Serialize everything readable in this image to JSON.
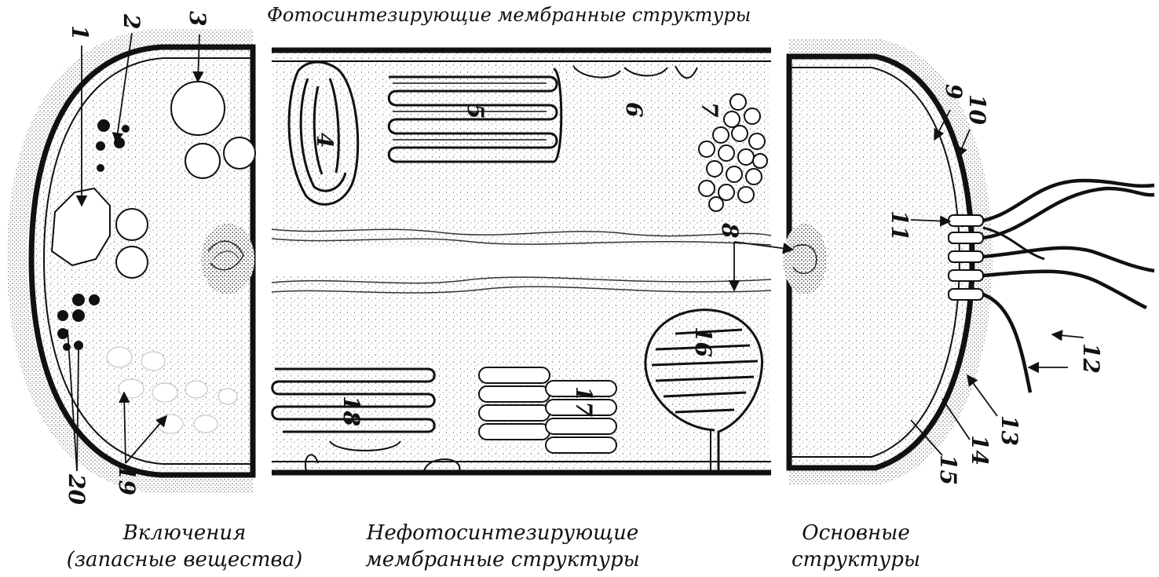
{
  "captions": {
    "top": "Фотосинтезирующие мембранные структуры",
    "bottom_left": [
      "Включения",
      "(запасные вещества)"
    ],
    "bottom_center": [
      "Нефотосинтезирующие",
      "мембранные структуры"
    ],
    "bottom_right": [
      "Основные",
      "структуры"
    ]
  },
  "labels": [
    "1",
    "2",
    "3",
    "4",
    "5",
    "6",
    "7",
    "8",
    "9",
    "10",
    "11",
    "12",
    "13",
    "14",
    "15",
    "16",
    "17",
    "18",
    "19",
    "20"
  ],
  "colors": {
    "ink": "#111111",
    "paper": "#ffffff",
    "stipple": "#6a6a6a"
  }
}
